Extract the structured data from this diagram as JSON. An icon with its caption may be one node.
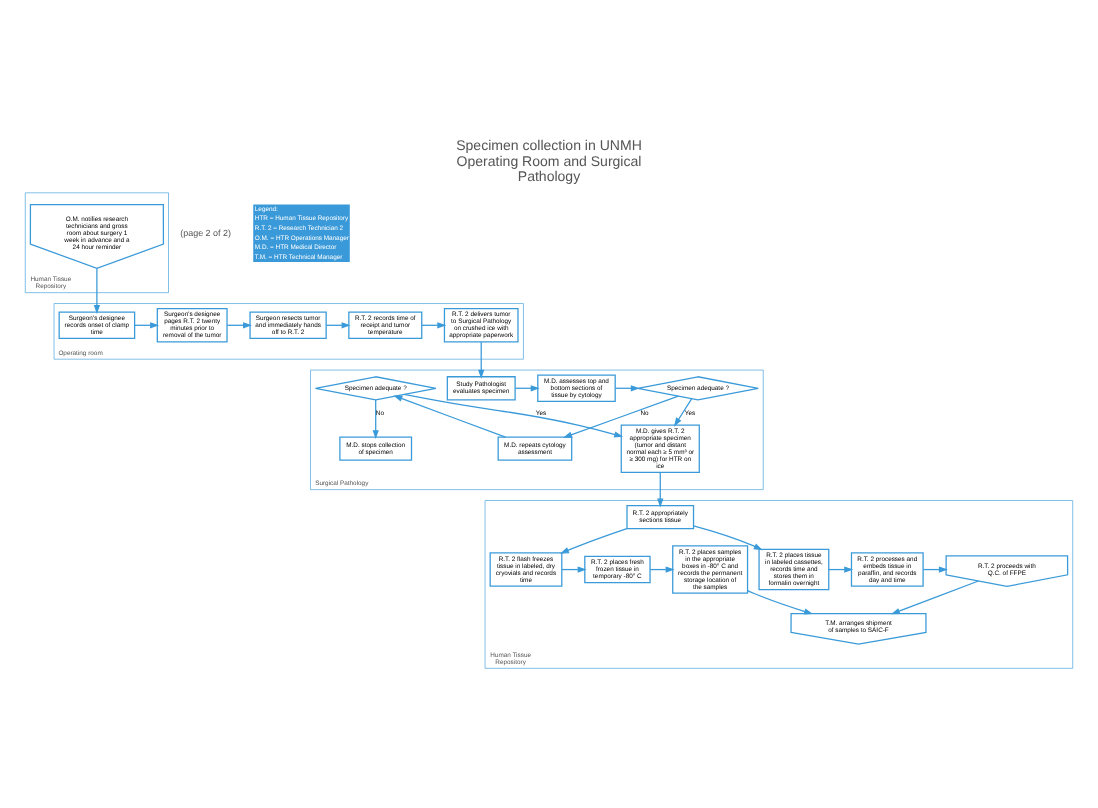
{
  "diagram": {
    "title": "Specimen collection in UNMH Operating Room and Surgical Pathology",
    "nodes": [
      {
        "text": [
          "Human Tissue Repository"
        ]
      },
      {
        "text": [
          "O.M. notifies research technicians and gross room about surgery 1 week in advance and a 24 hour reminder"
        ],
        "in": 0
      },
      {
        "text": [
          "Operating room"
        ]
      },
      {
        "text": [
          "Surgeon's designee records onset of clamp time"
        ],
        "in": 2
      },
      {
        "text": [
          "Surgeon's designee pages R.T. 2 twenty minutes prior to removal of the tumor"
        ],
        "in": 2
      },
      {
        "text": [
          "Surgeon resects tumor and immediately hands off to R.T. 2"
        ],
        "in": 2
      },
      {
        "text": [
          "R.T. 2 records time of receipt and tumor temperature"
        ],
        "in": 2
      },
      {
        "text": [
          "R.T. 2 delivers tumor to Surgical Pathology on crushed ice with appropriate paperwork"
        ],
        "in": 2
      },
      {
        "text": [
          "Surgical Pathology"
        ]
      },
      {
        "text": [
          "Study Pathologist evaluates specimen"
        ],
        "in": 8
      },
      {
        "text": [
          "M.D. assesses top and bottom sections of tissue by cytology"
        ],
        "in": 8
      },
      {
        "text": [
          "Specimen adequate ?"
        ],
        "in": 8
      },
      {
        "text": [
          "M.D. gives R.T. 2 appropriate specimen (tumor and distant normal each ≥ 5 mm³ or ≥ 300 mg) for HTR on ice"
        ],
        "in": 8
      },
      {
        "text": [
          "M.D. repeats cytology assessment"
        ],
        "in": 8
      },
      {
        "text": [
          "Specimen adequate ?"
        ],
        "in": 8
      },
      {
        "text": [
          "M.D. stops collection of specimen"
        ],
        "in": 8
      },
      {
        "text": [
          "Human Tissue Repository"
        ]
      },
      {
        "text": [
          "R.T. 2 appropriately sections tissue"
        ],
        "in": 16
      },
      {
        "text": [
          "R.T. 2 flash freezes tissue in labeled, dry cryovials and records time"
        ],
        "in": 16
      },
      {
        "text": [
          "R.T. 2 places tissue in labeled cassettes, records time and stores them in formalin overnight"
        ],
        "in": 16
      },
      {
        "text": [
          "R.T. 2 places fresh frozen tissue in temporary -80° C"
        ],
        "in": 16
      },
      {
        "text": [
          "R.T. 2 places samples in the appropriate boxes in -80° C and records the permanent storage location of the samples"
        ],
        "in": 16
      },
      {
        "text": [
          "R.T. 2 processes and embeds tissue in paraffin, and records day and time"
        ],
        "in": 16
      },
      {
        "text": [
          "R.T. 2 proceeds with Q.C. of FFPE"
        ],
        "in": 16
      },
      {
        "text": [
          "T.M. arranges shipment of samples to SAIC-F"
        ],
        "in": 16
      }
    ],
    "edges": [
      {
        "from": 1,
        "to": 3,
        "arrow": "to"
      },
      {
        "from": 3,
        "to": 4,
        "arrow": "to"
      },
      {
        "from": 4,
        "to": 5,
        "arrow": "to"
      },
      {
        "from": 5,
        "to": 6,
        "arrow": "to"
      },
      {
        "from": 6,
        "to": 7,
        "arrow": "to"
      },
      {
        "from": 7,
        "to": 9,
        "arrow": "to"
      },
      {
        "from": 9,
        "to": 10,
        "arrow": "to"
      },
      {
        "from": 10,
        "to": 11,
        "arrow": "to"
      },
      {
        "from": 11,
        "to": 12,
        "arrow": "to",
        "label": "Yes"
      },
      {
        "from": 11,
        "to": 13,
        "arrow": "to",
        "label": "No"
      },
      {
        "from": 13,
        "to": 14,
        "arrow": "to"
      },
      {
        "from": 14,
        "to": 12,
        "arrow": "to",
        "label": "Yes"
      },
      {
        "from": 14,
        "to": 15,
        "arrow": "to",
        "label": "No"
      },
      {
        "from": 12,
        "to": 17,
        "arrow": "to"
      },
      {
        "from": 17,
        "to": 18,
        "arrow": "to"
      },
      {
        "from": 17,
        "to": 19,
        "arrow": "to"
      },
      {
        "from": 18,
        "to": 20,
        "arrow": "to"
      },
      {
        "from": 19,
        "to": 22,
        "arrow": "to"
      },
      {
        "from": 20,
        "to": 21,
        "arrow": "to"
      },
      {
        "from": 22,
        "to": 23,
        "arrow": "to"
      },
      {
        "from": 21,
        "to": 24,
        "arrow": "to"
      },
      {
        "from": 23,
        "to": 24,
        "arrow": "to"
      }
    ],
    "labels": [
      "(page 2 of 2)",
      "Legend:",
      "HTR = Human Tissue Repository",
      "R.T. 2 = Research Technician 2",
      "O.M. = HTR Operations Manager",
      "M.D. = HTR Medical Director",
      "T.M. = HTR Technical Manager"
    ]
  }
}
